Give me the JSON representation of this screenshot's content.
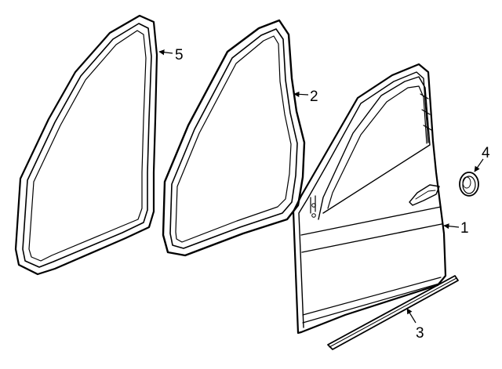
{
  "diagram": {
    "parts": [
      {
        "id": "door-shell",
        "callout": "1"
      },
      {
        "id": "body-weatherstrip",
        "callout": "2"
      },
      {
        "id": "lower-moulding",
        "callout": "3"
      },
      {
        "id": "plug",
        "callout": "4"
      },
      {
        "id": "door-weatherstrip",
        "callout": "5"
      }
    ],
    "colors": {
      "line": "#000000",
      "background": "#ffffff"
    }
  }
}
